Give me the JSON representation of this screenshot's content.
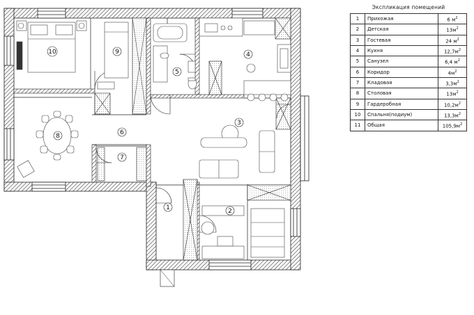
{
  "legend": {
    "title": "Экспликация помещений",
    "rows": [
      {
        "no": "1",
        "name": "Прихожая",
        "area": "6 м",
        "sup": "2"
      },
      {
        "no": "2",
        "name": "Детская",
        "area": "13м",
        "sup": "2"
      },
      {
        "no": "3",
        "name": "Гостевая",
        "area": "24 м",
        "sup": "2"
      },
      {
        "no": "4",
        "name": "Кухня",
        "area": "12,7м",
        "sup": "2"
      },
      {
        "no": "5",
        "name": "Санузел",
        "area": "6,4 м",
        "sup": "2"
      },
      {
        "no": "6",
        "name": "Коридор",
        "area": "4м",
        "sup": "2"
      },
      {
        "no": "7",
        "name": "Кладовая",
        "area": "3,3м",
        "sup": "2"
      },
      {
        "no": "8",
        "name": "Столовая",
        "area": "13м",
        "sup": "2"
      },
      {
        "no": "9",
        "name": "Гардеробная",
        "area": "10,2м",
        "sup": "2"
      },
      {
        "no": "10",
        "name": "Спальня(подиум)",
        "area": "13,3м",
        "sup": "2"
      },
      {
        "no": "11",
        "name": "Общая",
        "area": "105,9м",
        "sup": "2"
      }
    ]
  },
  "plan": {
    "room_labels": [
      "1",
      "2",
      "3",
      "4",
      "5",
      "6",
      "7",
      "8",
      "9",
      "10"
    ]
  },
  "colors": {
    "wall_hatch": "#555555",
    "line": "#222222",
    "furniture": "#444444"
  }
}
